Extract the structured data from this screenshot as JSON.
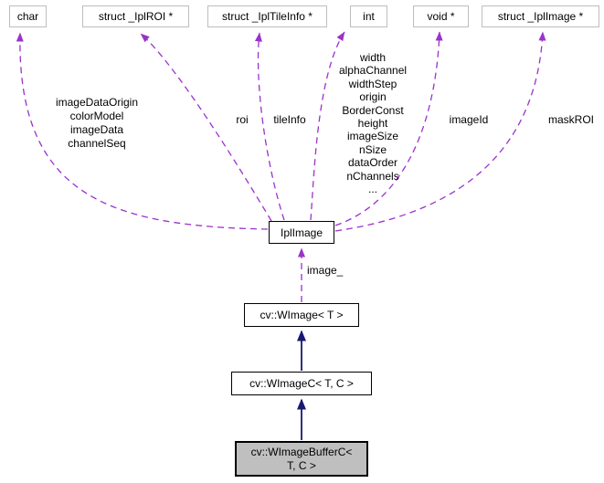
{
  "nodes": {
    "char": {
      "label": "char"
    },
    "iplroi_ptr": {
      "label": "struct _IplROI *"
    },
    "ipltileinfo_ptr": {
      "label": "struct _IplTileInfo *"
    },
    "int": {
      "label": "int"
    },
    "void_ptr": {
      "label": "void *"
    },
    "iplimage_ptr": {
      "label": "struct _IplImage *"
    },
    "iplimage": {
      "label": "IplImage"
    },
    "wimage": {
      "label": "cv::WImage< T >"
    },
    "wimagec": {
      "label": "cv::WImageC< T, C >"
    },
    "wimagebufferc": {
      "line1": "cv::WImageBufferC<",
      "line2": "T, C >"
    }
  },
  "edge_labels": {
    "char_members": [
      "imageDataOrigin",
      "colorModel",
      "imageData",
      "channelSeq"
    ],
    "roi": "roi",
    "tileinfo": "tileInfo",
    "int_members": [
      "width",
      "alphaChannel",
      "widthStep",
      "origin",
      "BorderConst",
      "height",
      "imageSize",
      "nSize",
      "dataOrder",
      "nChannels",
      "..."
    ],
    "imageid": "imageId",
    "maskroi": "maskROI",
    "image_field": "image_"
  },
  "colors": {
    "usage_edge": "#9a32cd",
    "inheritance_edge": "#191970",
    "main_node_fill": "#bfbfbf",
    "external_node_border": "#bebebe",
    "node_border": "#000000",
    "background": "#ffffff"
  }
}
